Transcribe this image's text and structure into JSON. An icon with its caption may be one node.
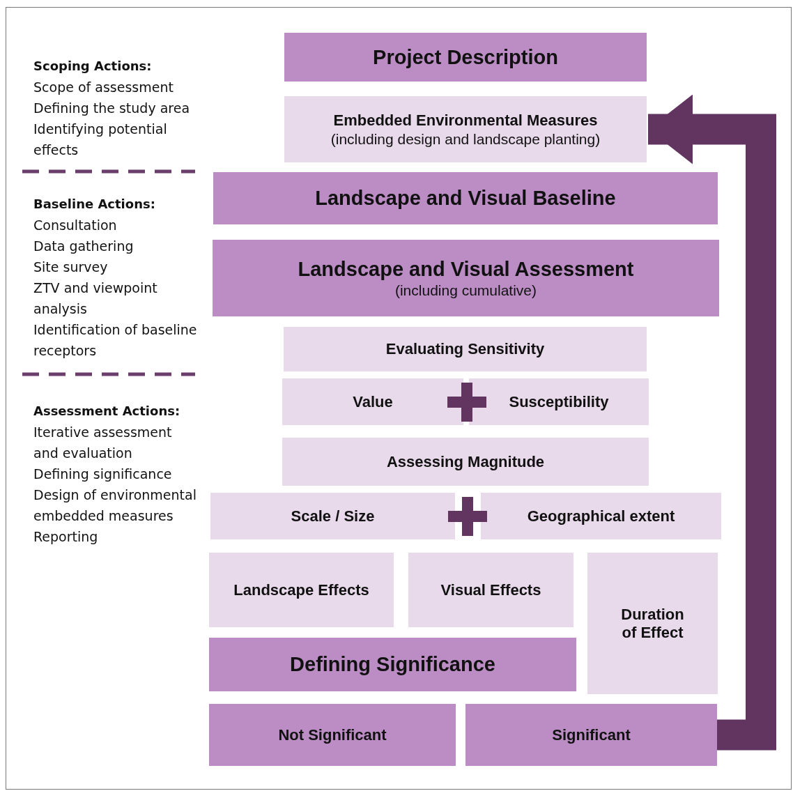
{
  "diagram": {
    "nodes": [
      {
        "text": [
          "Project Description"
        ]
      },
      {
        "text": [
          "Embedded Environmental Measures",
          "(including design and landscape planting)"
        ]
      },
      {
        "text": [
          "Landscape and Visual Baseline"
        ]
      },
      {
        "text": [
          "Landscape and Visual Assessment",
          "(including cumulative)"
        ]
      },
      {
        "text": [
          "Evaluating Sensitivity"
        ]
      },
      {
        "text": [
          "Value"
        ]
      },
      {
        "text": [
          "Susceptibility"
        ]
      },
      {
        "text": [
          "Assessing Magnitude"
        ]
      },
      {
        "text": [
          "Scale / Size"
        ]
      },
      {
        "text": [
          "Geographical extent"
        ]
      },
      {
        "text": [
          "Landscape Effects"
        ]
      },
      {
        "text": [
          "Visual Effects"
        ]
      },
      {
        "text": [
          "Duration of Effect"
        ]
      },
      {
        "text": [
          "Defining Significance"
        ]
      },
      {
        "text": [
          "Not Significant"
        ]
      },
      {
        "text": [
          "Significant"
        ]
      }
    ],
    "edges": [
      {
        "from": 15,
        "to": 1,
        "arrow": "to"
      }
    ],
    "labels": [
      "Scoping Actions:",
      "Scope of assessment",
      "Defining the study area",
      "Identifying potential effects",
      "Baseline Actions:",
      "Consultation",
      "Data gathering",
      "Site survey",
      "ZTV and viewpoint analysis",
      "Identification of baseline receptors",
      "Assessment Actions:",
      "Iterative assessment and evaluation",
      "Defining significance",
      "Design of environmental embedded measures",
      "Reporting"
    ]
  }
}
